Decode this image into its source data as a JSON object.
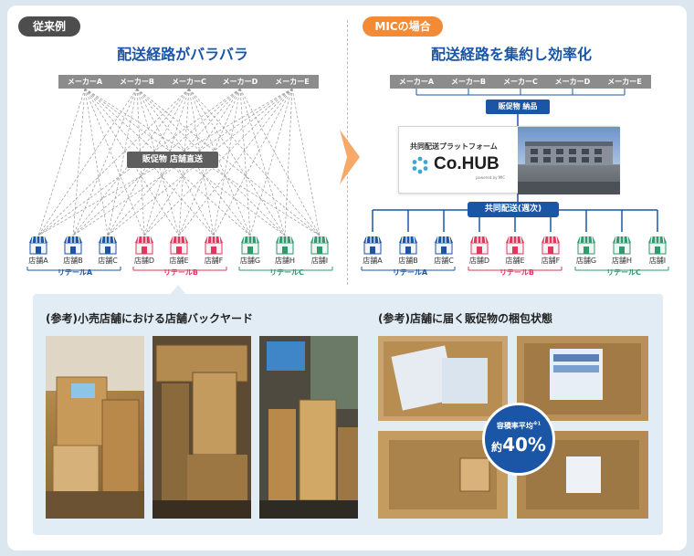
{
  "tags": {
    "old": "従来例",
    "mic": "MICの場合"
  },
  "titles": {
    "left": "配送経路がバラバラ",
    "right": "配送経路を集約し効率化"
  },
  "makers": [
    "メーカーA",
    "メーカーB",
    "メーカーC",
    "メーカーD",
    "メーカーE"
  ],
  "stores": [
    "店舗A",
    "店舗B",
    "店舗C",
    "店舗D",
    "店舗E",
    "店舗F",
    "店舗G",
    "店舗H",
    "店舗I"
  ],
  "retailers": [
    "リテールA",
    "リテールB",
    "リテールC"
  ],
  "labels": {
    "direct": "販促物 店舗直送",
    "promo_delivery": "販促物 納品",
    "joint_delivery": "共同配送(週次)"
  },
  "cohub": {
    "subtitle": "共同配送プラットフォーム",
    "logo": "Co.HUB",
    "powered": "powered by MIC"
  },
  "bottom": {
    "left_title": "(参考)小売店舗における店舗バックヤード",
    "right_title": "(参考)店舗に届く販促物の梱包状態",
    "badge_label": "容積率平均",
    "badge_note": "※1",
    "badge_prefix": "約",
    "badge_value": "40%"
  },
  "colors": {
    "retailer_a": "#1b56a6",
    "retailer_b": "#e2365e",
    "retailer_c": "#2e9a6e",
    "accent_orange": "#f28a36",
    "brand_blue": "#1b56a6"
  }
}
